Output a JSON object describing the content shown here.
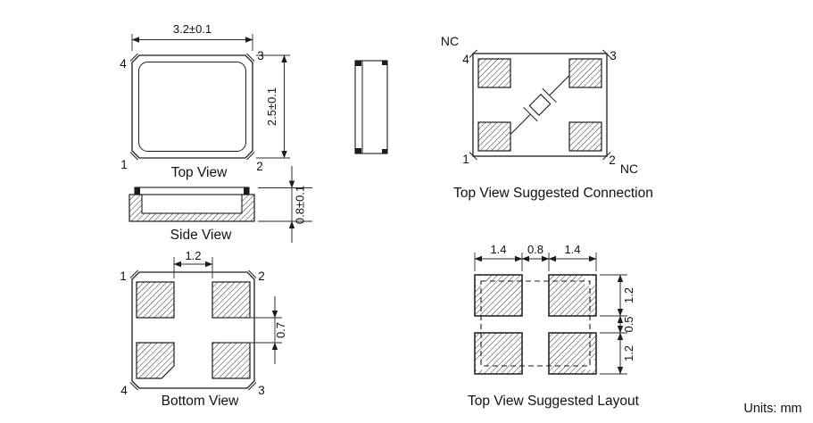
{
  "units_label": "Units: mm",
  "top_view": {
    "caption": "Top View",
    "dim_width": "3.2±0.1",
    "dim_height": "2.5±0.1",
    "pins": {
      "tl": "4",
      "tr": "3",
      "bl": "1",
      "br": "2"
    }
  },
  "side_view": {
    "caption": "Side View",
    "dim_height": "0.8±0.1"
  },
  "bottom_view": {
    "caption": "Bottom View",
    "dim_pad_spacing": "1.2",
    "dim_row_gap": "0.7",
    "pins": {
      "tl": "1",
      "tr": "2",
      "bl": "4",
      "br": "3"
    }
  },
  "connection_view": {
    "caption": "Top View Suggested Connection",
    "nc_top": "NC",
    "nc_bottom": "NC",
    "pins": {
      "tl": "4",
      "tr": "3",
      "bl": "1",
      "br": "2"
    }
  },
  "layout_view": {
    "caption": "Top View Suggested Layout",
    "dims_top": [
      "1.4",
      "0.8",
      "1.4"
    ],
    "dims_right": [
      "1.2",
      "0.5",
      "1.2"
    ]
  }
}
